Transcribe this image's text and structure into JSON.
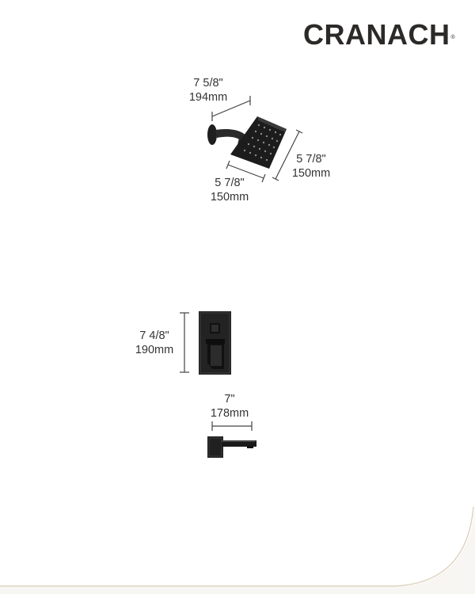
{
  "brand": {
    "name": "CRANACH",
    "registered": "®"
  },
  "shower_head": {
    "arm_length_in": "7 5/8\"",
    "arm_length_mm": "194mm",
    "height_in": "5 7/8\"",
    "height_mm": "150mm",
    "width_in": "5 7/8\"",
    "width_mm": "150mm"
  },
  "valve_trim": {
    "height_in": "7 4/8\"",
    "height_mm": "190mm"
  },
  "tub_spout": {
    "length_in": "7\"",
    "length_mm": "178mm"
  },
  "colors": {
    "product": "#1f1f1f",
    "accent_curve": "#d8cbb3",
    "text": "#333333"
  }
}
